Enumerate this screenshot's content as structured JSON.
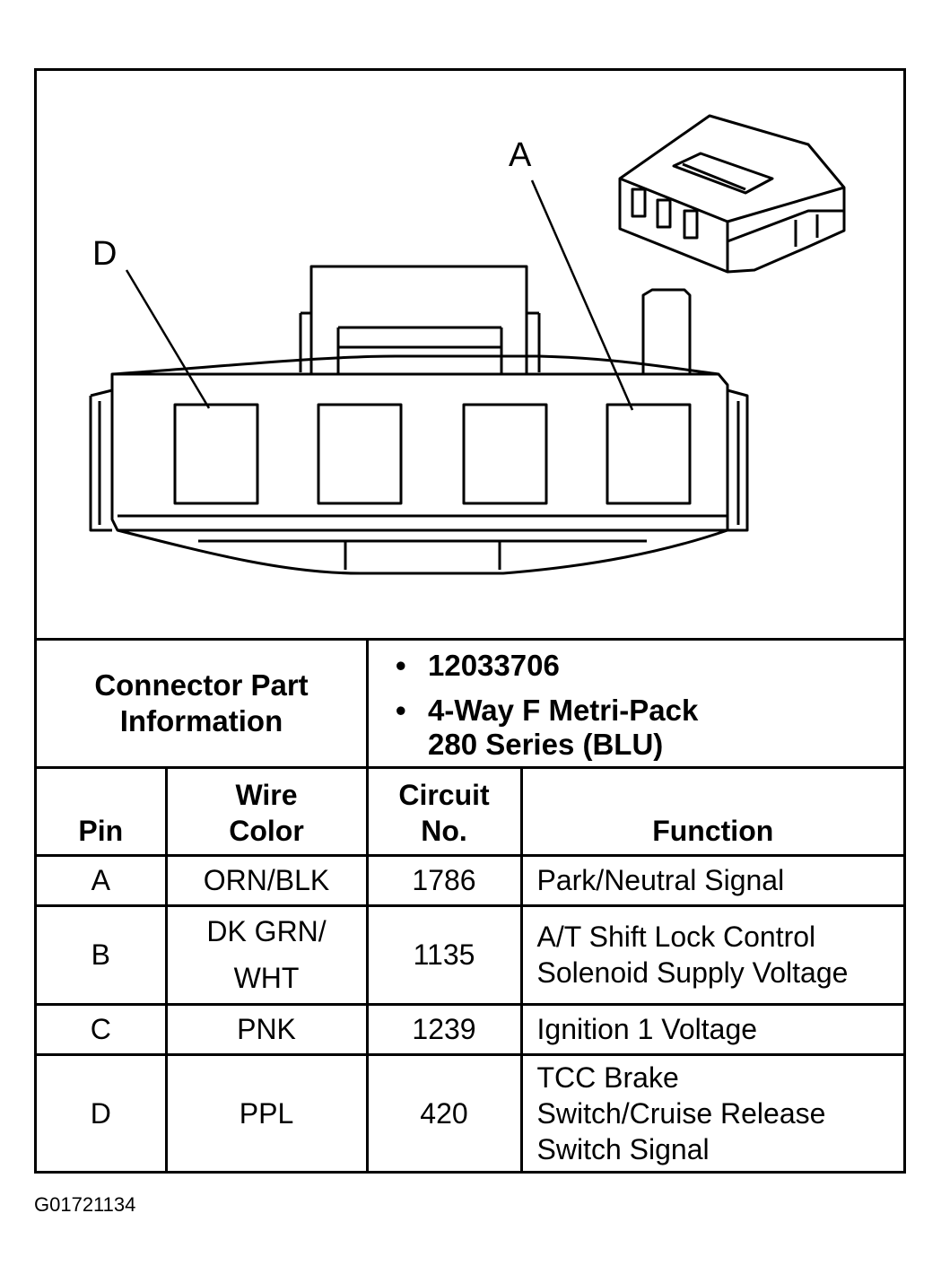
{
  "diagram": {
    "callouts": [
      "A",
      "D"
    ]
  },
  "connector_info": {
    "label": "Connector Part Information",
    "items": [
      "12033706",
      "4-Way F Metri-Pack",
      "280 Series (BLU)"
    ]
  },
  "table": {
    "headers": {
      "pin": "Pin",
      "wire_color": [
        "Wire",
        "Color"
      ],
      "circuit": [
        "Circuit",
        "No."
      ],
      "function": "Function"
    },
    "rows": [
      {
        "pin": "A",
        "wire": [
          "ORN/BLK"
        ],
        "circuit": "1786",
        "function": [
          "Park/Neutral Signal"
        ]
      },
      {
        "pin": "B",
        "wire": [
          "DK GRN/",
          "WHT"
        ],
        "circuit": "1135",
        "function": [
          "A/T Shift Lock Control",
          "Solenoid Supply Voltage"
        ]
      },
      {
        "pin": "C",
        "wire": [
          "PNK"
        ],
        "circuit": "1239",
        "function": [
          "Ignition 1 Voltage"
        ]
      },
      {
        "pin": "D",
        "wire": [
          "PPL"
        ],
        "circuit": "420",
        "function": [
          "TCC Brake",
          "Switch/Cruise Release",
          "Switch Signal"
        ]
      }
    ]
  },
  "figure_id": "G01721134"
}
